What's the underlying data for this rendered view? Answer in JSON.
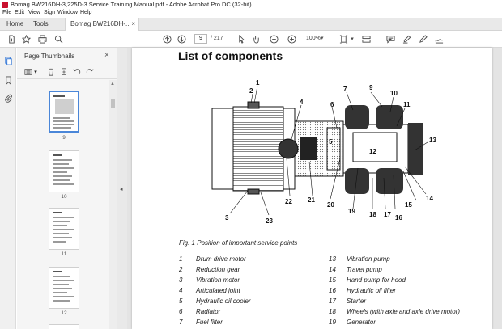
{
  "window": {
    "title": "Bomag BW216DH-3,225D-3 Service Training Manual.pdf - Adobe Acrobat Pro DC (32-bit)"
  },
  "menu": [
    "File",
    "Edit",
    "View",
    "Sign",
    "Window",
    "Help"
  ],
  "tabs": {
    "home": "Home",
    "tools": "Tools",
    "document": "Bomag BW216DH-...",
    "close": "×"
  },
  "toolbar": {
    "page_current": "9",
    "page_total": "/ 217",
    "zoom": "100%"
  },
  "thumbnails_panel": {
    "title": "Page Thumbnails",
    "close": "×",
    "pages": [
      {
        "label": "9",
        "active": true
      },
      {
        "label": "10",
        "active": false
      },
      {
        "label": "11",
        "active": false
      },
      {
        "label": "12",
        "active": false
      }
    ]
  },
  "document": {
    "heading": "List of components",
    "figure_caption": "Fig. 1 Position of important service points",
    "callouts": [
      "1",
      "2",
      "3",
      "4",
      "5",
      "6",
      "7",
      "9",
      "10",
      "11",
      "12",
      "13",
      "14",
      "15",
      "16",
      "17",
      "18",
      "19",
      "20",
      "21",
      "22",
      "23"
    ],
    "components_left": [
      {
        "num": "1",
        "name": "Drum drive motor"
      },
      {
        "num": "2",
        "name": "Reduction gear"
      },
      {
        "num": "3",
        "name": "Vibration motor"
      },
      {
        "num": "4",
        "name": "Articulated joint"
      },
      {
        "num": "5",
        "name": "Hydraulic oil cooler"
      },
      {
        "num": "6",
        "name": "Radiator"
      },
      {
        "num": "7",
        "name": "Fuel filter"
      }
    ],
    "components_right": [
      {
        "num": "13",
        "name": "Vibration pump"
      },
      {
        "num": "14",
        "name": "Travel pump"
      },
      {
        "num": "15",
        "name": "Hand pump for hood"
      },
      {
        "num": "16",
        "name": "Hydraulic oil filter"
      },
      {
        "num": "17",
        "name": "Starter"
      },
      {
        "num": "18",
        "name": "Wheels (with axle and axle drive motor)"
      },
      {
        "num": "19",
        "name": "Generator"
      }
    ]
  }
}
